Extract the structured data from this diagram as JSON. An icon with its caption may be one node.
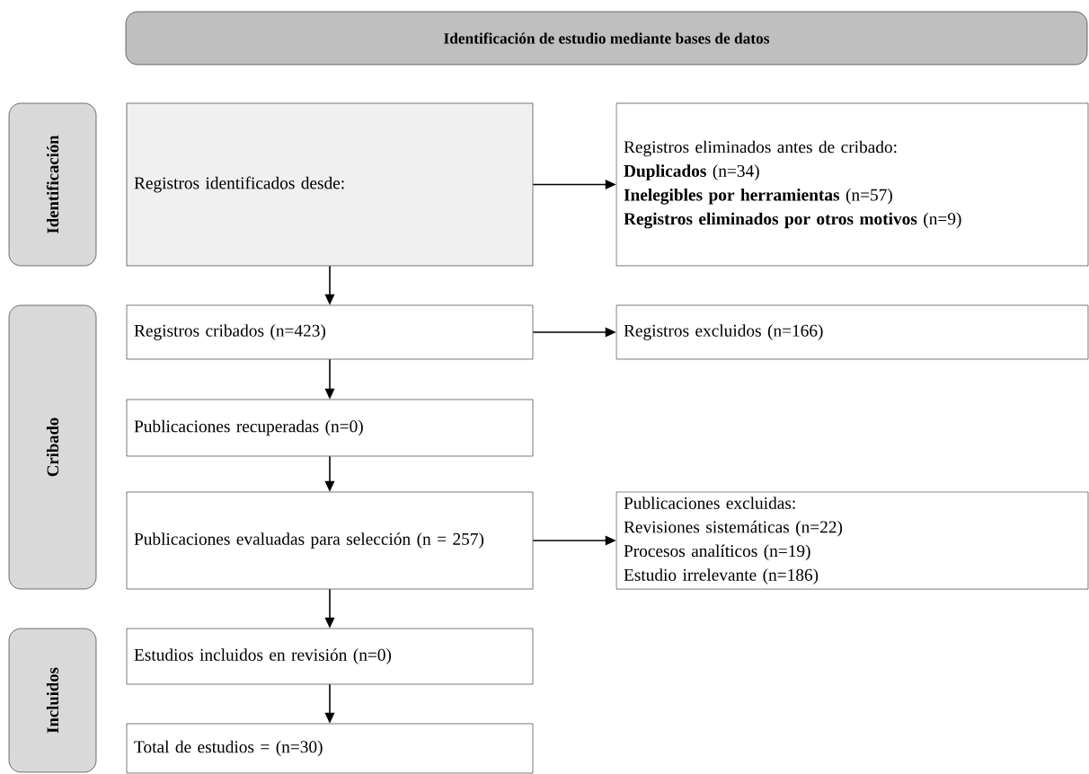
{
  "diagram": {
    "nodes": [
      {
        "text": [
          "Identificación de estudio mediante bases  de datos"
        ]
      },
      {
        "text": [
          "Identificación"
        ]
      },
      {
        "text": [
          "Cribado"
        ]
      },
      {
        "text": [
          "Incluidos"
        ]
      },
      {
        "text": [
          "Registros identificados desde:"
        ]
      },
      {
        "text": [
          "Registros eliminados antes de cribado:",
          "**Duplicados** (n=34)",
          "**Inelegibles por herramientas** (n=57)",
          "**Registros eliminados por otros motivos** (n=9)"
        ]
      },
      {
        "text": [
          "Registros cribados (n=423)"
        ]
      },
      {
        "text": [
          "Registros excluidos (n=166)"
        ]
      },
      {
        "text": [
          "Publicaciones recuperadas (n=0)"
        ]
      },
      {
        "text": [
          "Publicaciones evaluadas para selección (n = 257)"
        ]
      },
      {
        "text": [
          "Publicaciones excluidas:",
          "Revisiones sistemáticas (n=22)",
          "Procesos analíticos (n=19)",
          "Estudio irrelevante (n=186)"
        ]
      },
      {
        "text": [
          "Estudios incluidos en revisión (n=0)"
        ]
      },
      {
        "text": [
          "Total de estudios = (n=30)"
        ]
      }
    ],
    "edges": [
      {
        "from": 4,
        "to": 5,
        "arrow": "to"
      },
      {
        "from": 4,
        "to": 6,
        "arrow": "to"
      },
      {
        "from": 6,
        "to": 7,
        "arrow": "to"
      },
      {
        "from": 6,
        "to": 8,
        "arrow": "to"
      },
      {
        "from": 8,
        "to": 9,
        "arrow": "to"
      },
      {
        "from": 9,
        "to": 10,
        "arrow": "to"
      },
      {
        "from": 9,
        "to": 11,
        "arrow": "to"
      },
      {
        "from": 11,
        "to": 12,
        "arrow": "to"
      }
    ]
  }
}
